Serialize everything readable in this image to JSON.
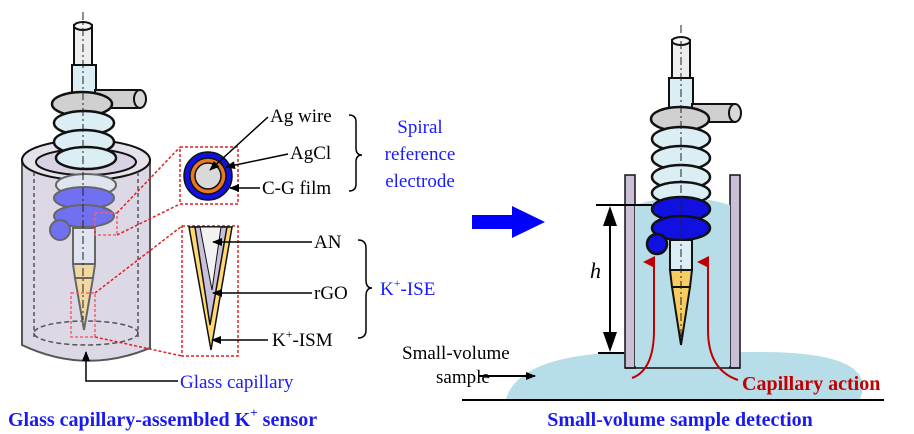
{
  "left_panel": {
    "title_prefix": "Glass capillary-assembled K",
    "title_sup": "+",
    "title_suffix": " sensor",
    "glass_capillary_label": "Glass capillary",
    "cross_section": {
      "labels": [
        "Ag wire",
        "AgCl",
        "C-G film"
      ],
      "group_label_lines": [
        "Spiral",
        "reference",
        "electrode"
      ],
      "colors": {
        "ag_wire": "#d9d9d9",
        "agcl": "#e87a1e",
        "cg_film": "#1010e0"
      }
    },
    "tip_section": {
      "labels": [
        "AN",
        "rGO",
        "K+-ISM"
      ],
      "ism_prefix": "K",
      "ism_sup": "+",
      "ism_suffix": "-ISM",
      "group_prefix": "K",
      "group_sup": "+",
      "group_suffix": "-ISE",
      "colors": {
        "an": "#f2f2f2",
        "rgo": "#c8c0dc",
        "ism": "#ffd873"
      }
    }
  },
  "right_panel": {
    "title": "Small-volume sample detection",
    "sample_label_lines": [
      "Small-volume",
      "sample"
    ],
    "height_symbol": "h",
    "capillary_action_label": "Capillary action"
  },
  "colors": {
    "accent_blue": "#1a1aee",
    "arrow_blue": "#0000ff",
    "red": "#c00000",
    "sample_fill": "#b7dde8",
    "capillary_fill": "#e0dbe8"
  }
}
